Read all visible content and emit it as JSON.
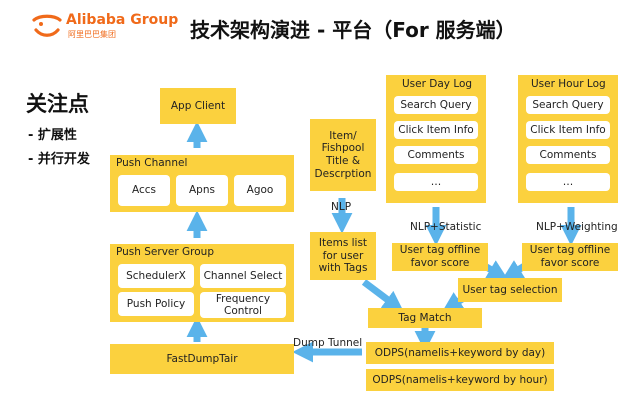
{
  "logo": {
    "brand": "Alibaba Group",
    "sub": "阿里巴巴集团"
  },
  "title": "技术架构演进 - 平台（For 服务端）",
  "focus": {
    "heading": "关注点",
    "points": [
      "- 扩展性",
      "- 并行开发"
    ]
  },
  "colors": {
    "box": "#fbd13e",
    "arrow": "#5ab3ea",
    "logo": "#f06a1a"
  },
  "nodes": {
    "app_client": "App Client",
    "push_channel": {
      "label": "Push Channel",
      "items": [
        "Accs",
        "Apns",
        "Agoo"
      ]
    },
    "push_server_group": {
      "label": "Push Server Group",
      "items": [
        "SchedulerX",
        "Channel Select",
        "Push Policy",
        "Frequency Control"
      ]
    },
    "fast_dump_tair": "FastDumpTair",
    "item_info": "Item/ Fishpool Title & Descrption",
    "items_list": "Items list for user with Tags",
    "user_day_log": {
      "label": "User Day Log",
      "items": [
        "Search Query",
        "Click Item Info",
        "Comments",
        "…"
      ]
    },
    "user_hour_log": {
      "label": "User Hour Log",
      "items": [
        "Search Query",
        "Click Item Info",
        "Comments",
        "…"
      ]
    },
    "tag_offline_1": "User tag offline favor score",
    "tag_offline_2": "User tag offline favor score",
    "tag_selection": "User tag selection",
    "tag_match": "Tag Match",
    "odps_day": "ODPS(namelis+keyword by day)",
    "odps_hour": "ODPS(namelis+keyword by hour)"
  },
  "edge_labels": {
    "nlp": "NLP",
    "nlp_statistic": "NLP+Statistic",
    "nlp_weighting": "NLP+Weighting",
    "dump_tunnel": "Dump Tunnel"
  }
}
